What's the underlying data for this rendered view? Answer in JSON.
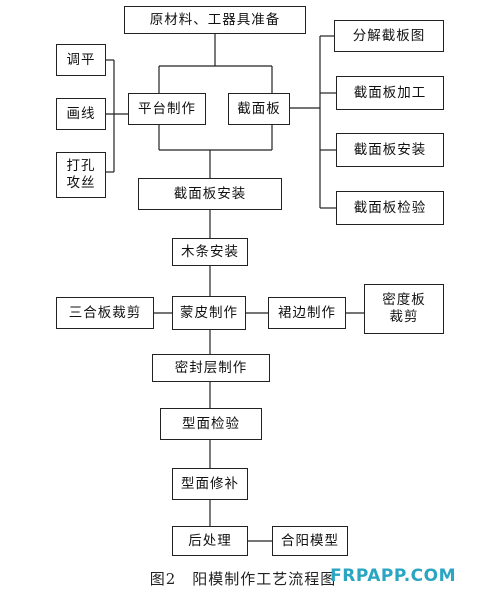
{
  "boxes": {
    "raw": "原材料、工器具准备",
    "platform": "平台制作",
    "section": "截面板",
    "level": "调平",
    "scribe": "画线",
    "drill": "打孔\n攻丝",
    "decompose": "分解截板图",
    "machining": "截面板加工",
    "installing": "截面板安装",
    "inspection": "截面板检验",
    "section_install": "截面板安装",
    "wood": "木条安装",
    "plywood": "三合板裁剪",
    "skin": "蒙皮制作",
    "skirt": "裙边制作",
    "density": "密度板\n裁剪",
    "seal": "密封层制作",
    "surface_check": "型面检验",
    "surface_repair": "型面修补",
    "post": "后处理",
    "close": "合阳模型"
  },
  "caption": "图2　阳模制作工艺流程图",
  "watermark": "FRPAPP.COM"
}
